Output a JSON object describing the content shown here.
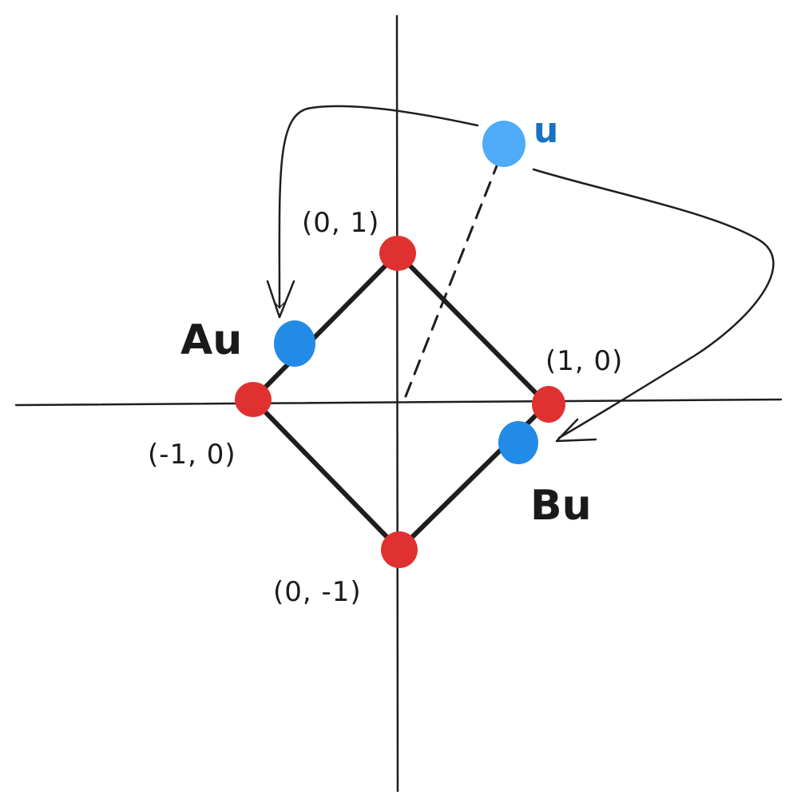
{
  "labels": {
    "top": "(0, 1)",
    "right": "(1, 0)",
    "left": "(-1, 0)",
    "bottom": "(0, -1)",
    "u": "u",
    "au": "Au",
    "bu": "Bu"
  },
  "colors": {
    "vertex": "#e03131",
    "mapped_point": "#228be6",
    "u_point": "#4dabf7",
    "u_label": "#1971c2",
    "stroke": "#1e1e1e"
  }
}
